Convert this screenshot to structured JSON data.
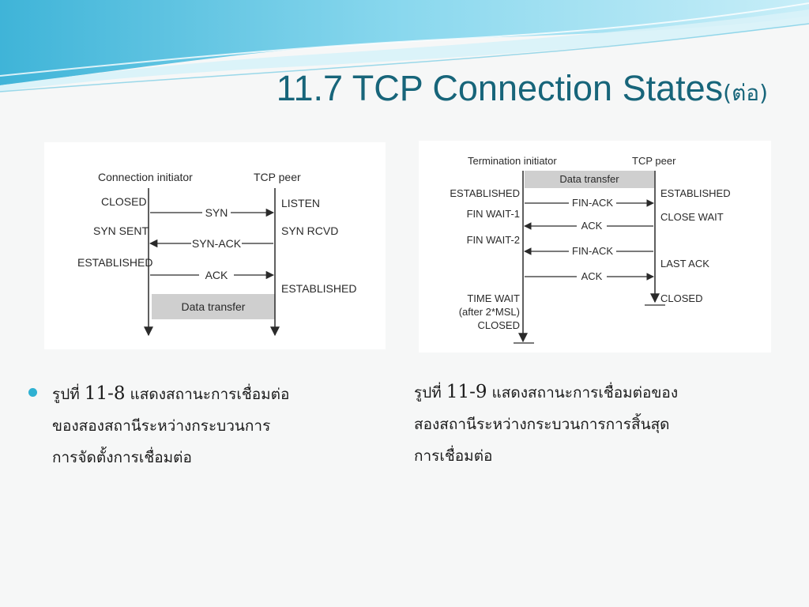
{
  "slide": {
    "title": "11.7 TCP Connection States",
    "title_suffix": "(ต่อ)"
  },
  "left_diagram": {
    "header_left": "Connection initiator",
    "header_right": "TCP peer",
    "left_states": [
      "CLOSED",
      "SYN SENT",
      "ESTABLISHED"
    ],
    "right_states": [
      "LISTEN",
      "SYN RCVD",
      "ESTABLISHED"
    ],
    "messages": [
      "SYN",
      "SYN-ACK",
      "ACK"
    ],
    "band_label": "Data transfer"
  },
  "right_diagram": {
    "header_left": "Termination initiator",
    "header_right": "TCP peer",
    "band_label": "Data transfer",
    "left_states": [
      "ESTABLISHED",
      "FIN WAIT-1",
      "FIN WAIT-2",
      "TIME WAIT",
      "(after 2*MSL)",
      "CLOSED"
    ],
    "right_states": [
      "ESTABLISHED",
      "CLOSE WAIT",
      "LAST ACK",
      "CLOSED"
    ],
    "messages": [
      "FIN-ACK",
      "ACK",
      "FIN-ACK",
      "ACK"
    ]
  },
  "caption_left": {
    "prefix": "รูปที่ ",
    "number": "11-8",
    "line1_rest": " แสดงสถานะการเชื่อมต่อ",
    "line2": "ของสองสถานีระหว่างกระบวนการ",
    "line3": "การจัดตั้งการเชื่อมต่อ"
  },
  "caption_right": {
    "prefix": "รูปที่ ",
    "number": "11-9",
    "line1_rest": " แสดงสถานะการเชื่อมต่อของ",
    "line2": "สองสถานีระหว่างกระบวนการการสิ้นสุด",
    "line3": "การเชื่อมต่อ"
  },
  "colors": {
    "title": "#17657a",
    "bullet": "#2fb1d2",
    "band": "#cfcfcf",
    "wave_dark": "#3fb4d8",
    "wave_light": "#a6e1f0"
  }
}
